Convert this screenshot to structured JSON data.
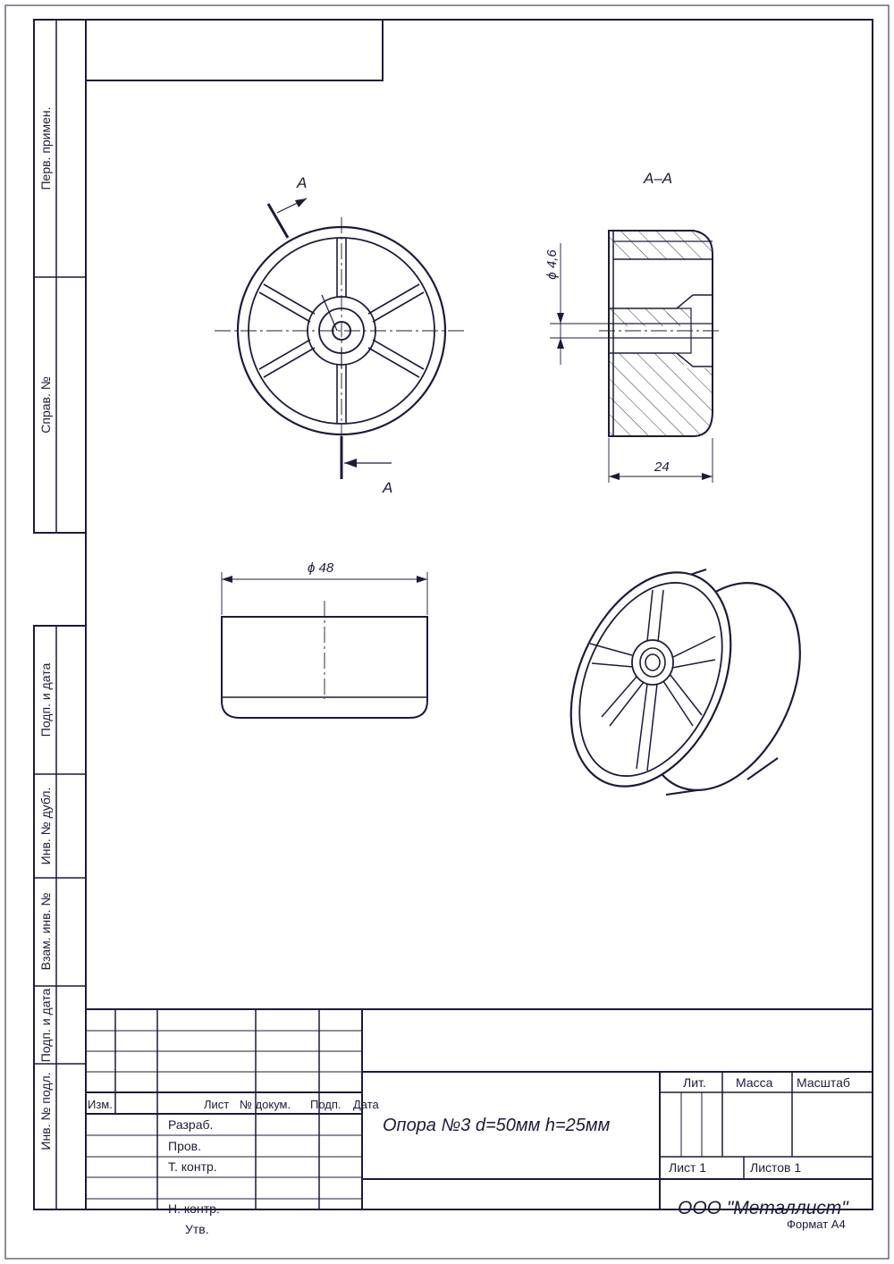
{
  "side_stamps": {
    "perv_primen": "Перв. примен.",
    "sprav_no": "Справ. №",
    "podp_data_1": "Подп. и дата",
    "inv_dubl": "Инв. № дубл.",
    "vzam_inv": "Взам. инв. №",
    "podp_data_2": "Подп. и дата",
    "inv_podl": "Инв. № подл."
  },
  "drawing": {
    "section_mark": "А",
    "section_title": "А–А",
    "dim_hole": "ϕ 4,6",
    "dim_length": "24",
    "dim_diameter": "ϕ 48"
  },
  "title_block": {
    "headers": {
      "izm": "Изм.",
      "list": "Лист",
      "no_dokum": "№ докум.",
      "podp": "Подп.",
      "data": "Дата"
    },
    "roles": {
      "razrab": "Разраб.",
      "prov": "Пров.",
      "t_kontr": "Т. контр.",
      "n_kontr": "Н. контр.",
      "utv": "Утв."
    },
    "designation": "Опора №3 d=50мм h=25мм",
    "lit": "Лит.",
    "massa": "Масса",
    "masshtab": "Масштаб",
    "list_label": "Лист 1",
    "listov_label": "Листов 1",
    "organization": "ООО \"Металлист\""
  },
  "format_label": "Формат А4"
}
